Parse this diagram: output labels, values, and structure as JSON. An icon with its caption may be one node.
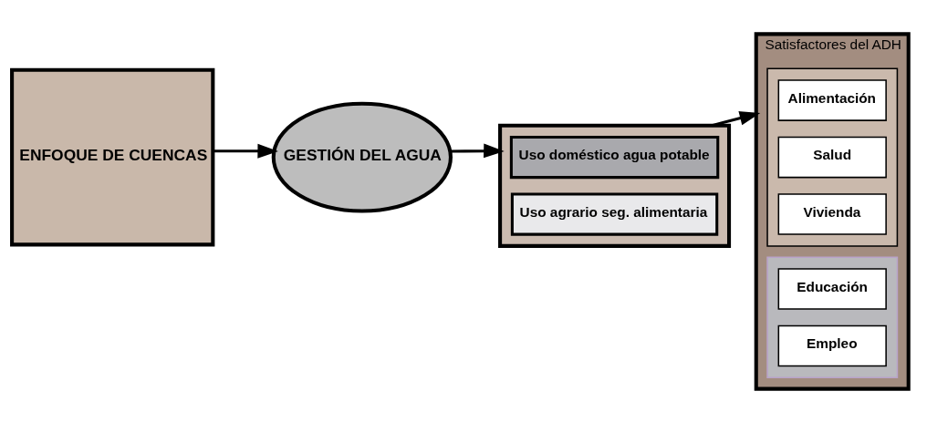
{
  "diagram": {
    "nodes": [
      {
        "text": [
          "ENFOQUE DE CUENCAS"
        ]
      },
      {
        "text": [
          "GESTIÓN DEL AGUA"
        ]
      },
      {
        "text": [],
        "shape": "box"
      },
      {
        "text": [
          "Uso doméstico agua potable"
        ],
        "in": 2
      },
      {
        "text": [
          "Uso agrario seg. alimentaria"
        ],
        "in": 2
      },
      {
        "text": [
          "Satisfactores del ADH"
        ]
      },
      {
        "text": [],
        "shape": "box",
        "in": 5
      },
      {
        "text": [
          "Alimentación"
        ],
        "in": 6
      },
      {
        "text": [
          "Salud"
        ],
        "in": 6
      },
      {
        "text": [
          "Vivienda"
        ],
        "in": 6
      },
      {
        "text": [],
        "shape": "box",
        "in": 5
      },
      {
        "text": [
          "Educación"
        ],
        "in": 10
      },
      {
        "text": [
          "Empleo"
        ],
        "in": 10
      }
    ],
    "edges": [
      {
        "from": 0,
        "to": 1,
        "arrow": "to"
      },
      {
        "from": 1,
        "to": 2,
        "arrow": "to"
      },
      {
        "from": 2,
        "to": 5,
        "arrow": "to"
      }
    ]
  }
}
